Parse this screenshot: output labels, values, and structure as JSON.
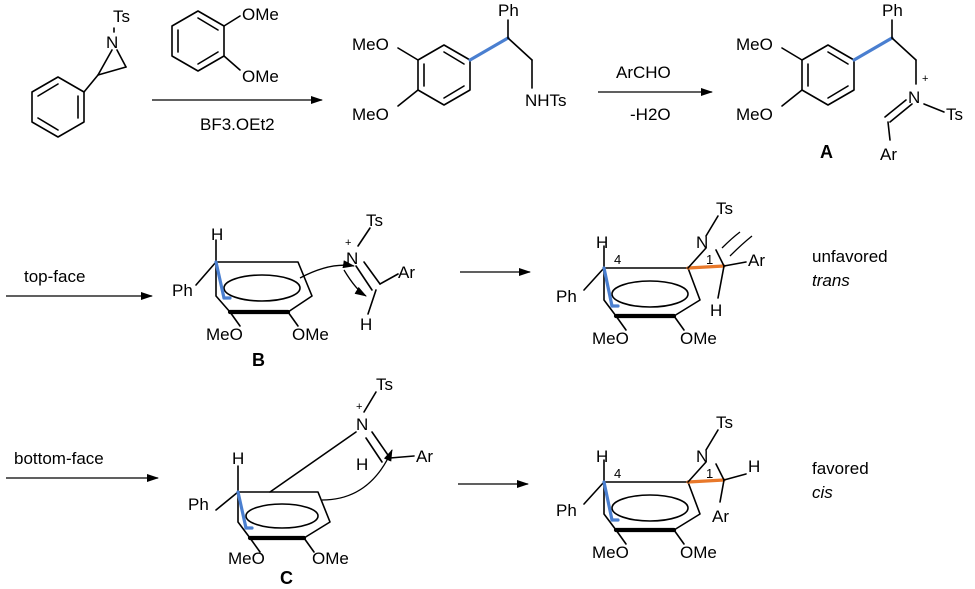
{
  "labels": {
    "ts": "Ts",
    "ome": "OMe",
    "meo": "MeO",
    "ph": "Ph",
    "nhts": "NHTs",
    "ar": "Ar",
    "h": "H",
    "n": "N",
    "plus": "+",
    "four": "4",
    "one": "1"
  },
  "conditions": {
    "step1_reagent": "BF3.OEt2",
    "step2_top": "ArCHO",
    "step2_bottom": "-H2O",
    "top_face": "top-face",
    "bottom_face": "bottom-face"
  },
  "compounds": {
    "A": "A",
    "B": "B",
    "C": "C"
  },
  "outcomes": {
    "top_word": "unfavored",
    "top_stereo": "trans",
    "bottom_word": "favored",
    "bottom_stereo": "cis"
  },
  "colors": {
    "new_cc_bond": "#4a7fd0",
    "new_cn_bond": "#e8782a"
  }
}
